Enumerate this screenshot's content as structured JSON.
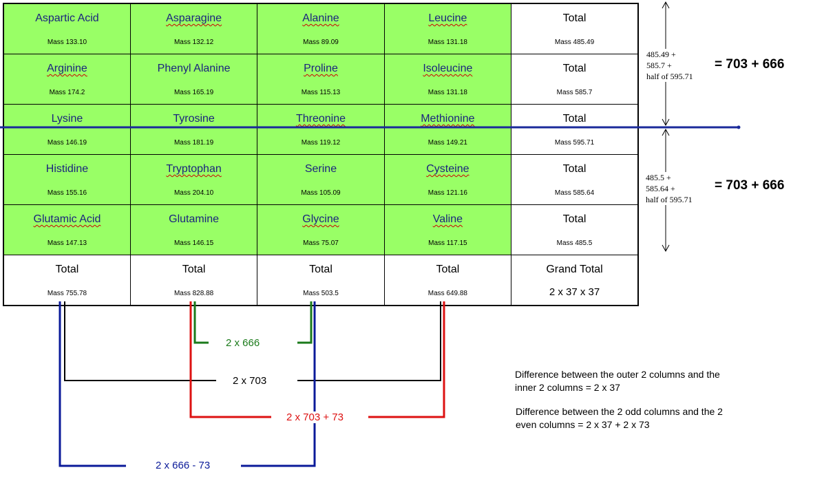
{
  "table": {
    "rows": [
      {
        "cells": [
          {
            "name": "Aspartic Acid",
            "mass": "Mass 133.10"
          },
          {
            "name": "Asparagine",
            "mass": "Mass 132.12"
          },
          {
            "name": "Alanine",
            "mass": "Mass 89.09"
          },
          {
            "name": "Leucine",
            "mass": "Mass 131.18"
          },
          {
            "name": "Total",
            "mass": "Mass 485.49"
          }
        ]
      },
      {
        "cells": [
          {
            "name": "Arginine",
            "mass": "Mass 174.2"
          },
          {
            "name": "Phenyl Alanine",
            "mass": "Mass 165.19"
          },
          {
            "name": "Proline",
            "mass": "Mass 115.13"
          },
          {
            "name": "Isoleucine",
            "mass": "Mass 131.18"
          },
          {
            "name": "Total",
            "mass": "Mass 585.7"
          }
        ]
      },
      {
        "cells": [
          {
            "name": "Lysine",
            "mass": "Mass 146.19"
          },
          {
            "name": "Tyrosine",
            "mass": "Mass 181.19"
          },
          {
            "name": "Threonine",
            "mass": "Mass 119.12"
          },
          {
            "name": "Methionine",
            "mass": "Mass 149.21"
          },
          {
            "name": "Total",
            "mass": "Mass 595.71"
          }
        ]
      },
      {
        "cells": [
          {
            "name": "Histidine",
            "mass": "Mass 155.16"
          },
          {
            "name": "Tryptophan",
            "mass": "Mass 204.10"
          },
          {
            "name": "Serine",
            "mass": "Mass 105.09"
          },
          {
            "name": "Cysteine",
            "mass": "Mass 121.16"
          },
          {
            "name": "Total",
            "mass": "Mass 585.64"
          }
        ]
      },
      {
        "cells": [
          {
            "name": "Glutamic Acid",
            "mass": "Mass 147.13"
          },
          {
            "name": "Glutamine",
            "mass": "Mass 146.15"
          },
          {
            "name": "Glycine",
            "mass": "Mass 75.07"
          },
          {
            "name": "Valine",
            "mass": "Mass 117.15"
          },
          {
            "name": "Total",
            "mass": "Mass 485.5"
          }
        ]
      },
      {
        "cells": [
          {
            "name": "Total",
            "mass": "Mass 755.78"
          },
          {
            "name": "Total",
            "mass": "Mass 828.88"
          },
          {
            "name": "Total",
            "mass": "Mass 503.5"
          },
          {
            "name": "Total",
            "mass": "Mass 649.88"
          },
          {
            "name": "Grand Total",
            "mass": "2 x 37 x 37"
          }
        ]
      }
    ]
  },
  "side": {
    "top_note": [
      "485.49 +",
      "585.7 +",
      "half of 595.71"
    ],
    "top_eq": "= 703 + 666",
    "bottom_note": [
      "485.5 +",
      "585.64 +",
      "half of 595.71"
    ],
    "bottom_eq": "= 703 + 666"
  },
  "brackets": {
    "green_label": "2 x 666",
    "black_label": "2 x 703",
    "red_label": "2 x 703 + 73",
    "blue_label": "2 x 666 - 73"
  },
  "notes": {
    "first": [
      "Difference between the outer 2 columns and the",
      "inner 2 columns = 2 x 37"
    ],
    "second": [
      "Difference between the 2 odd columns and the 2",
      "even columns = 2 x 37 + 2 x 73"
    ]
  },
  "colors": {
    "cell_green": "#99ff66",
    "name_text": "#1a237e",
    "divider_line": "#1a2a9a",
    "bracket_green": "#1a7a1a",
    "bracket_black": "#000000",
    "bracket_red": "#dd1111",
    "bracket_blue": "#0a1a99"
  }
}
